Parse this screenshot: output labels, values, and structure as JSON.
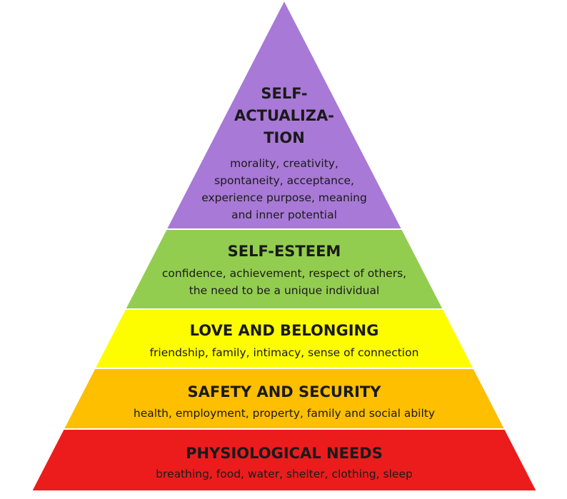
{
  "tiers": [
    {
      "title_lines": [
        "SELF-",
        "ACTUALIZA-",
        "TION"
      ],
      "desc_lines": [
        "morality, creativity,",
        "spontaneity, acceptance,",
        "experience purpose, meaning",
        "and inner potential"
      ],
      "color": "#a879d6"
    },
    {
      "title_lines": [
        "SELF-ESTEEM"
      ],
      "desc_lines": [
        "confidence, achievement, respect of others,",
        "the need to be a unique individual"
      ],
      "color": "#93cd50"
    },
    {
      "title_lines": [
        "LOVE AND BELONGING"
      ],
      "desc_lines": [
        "friendship, family, intimacy, sense of connection"
      ],
      "color": "#fdfd00"
    },
    {
      "title_lines": [
        "SAFETY AND SECURITY"
      ],
      "desc_lines": [
        "health, employment, property, family and social abilty"
      ],
      "color": "#fdbf00"
    },
    {
      "title_lines": [
        "PHYSIOLOGICAL NEEDS"
      ],
      "desc_lines": [
        "breathing, food, water, shelter, clothing, sleep"
      ],
      "color": "#ec1c1c"
    }
  ]
}
